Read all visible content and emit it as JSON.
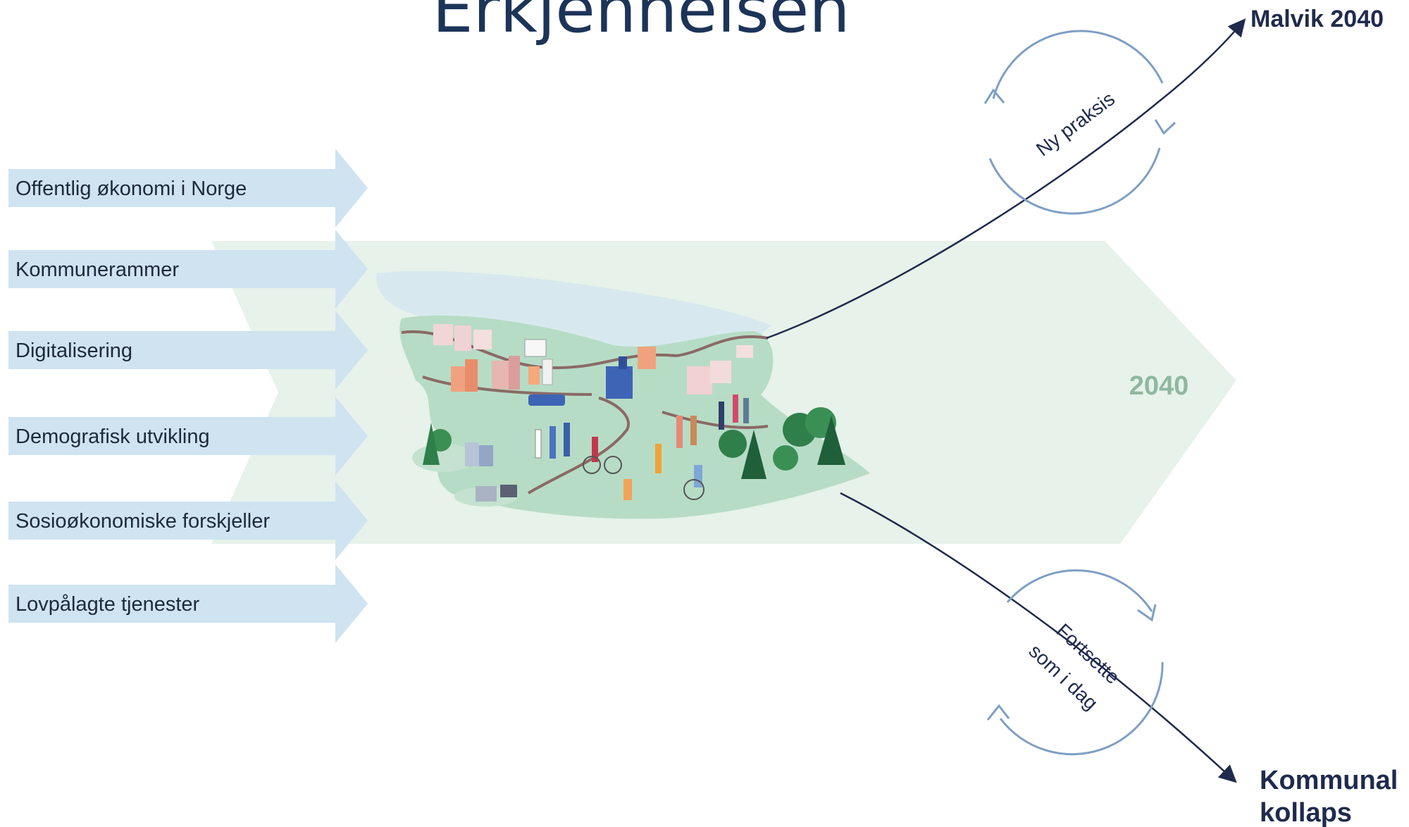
{
  "title": "Erkjennelsen",
  "drivers": [
    "Offentlig økonomi i Norge",
    "Kommunerammer",
    "Digitalisering",
    "Demografisk utvikling",
    "Sosioøkonomiske forskjeller",
    "Lovpålagte tjenester"
  ],
  "horizon_label": "2040",
  "cycle_top_label": "Ny praksis",
  "cycle_bottom_label_line1": "Fortsette",
  "cycle_bottom_label_line2": "som i dag",
  "outcome_top": "Malvik 2040",
  "outcome_bottom_line1": "Kommunal",
  "outcome_bottom_line2": "kollaps",
  "colors": {
    "title": "#1c3458",
    "driver_arrow": "#cfe3f1",
    "driver_text": "#1e2a3a",
    "band": "#e4f1e9",
    "horizon_text": "#8fb8a0",
    "path_line": "#1f2a4d",
    "cycle": "#7e9fc4",
    "outcome_text": "#1f2a4d"
  }
}
